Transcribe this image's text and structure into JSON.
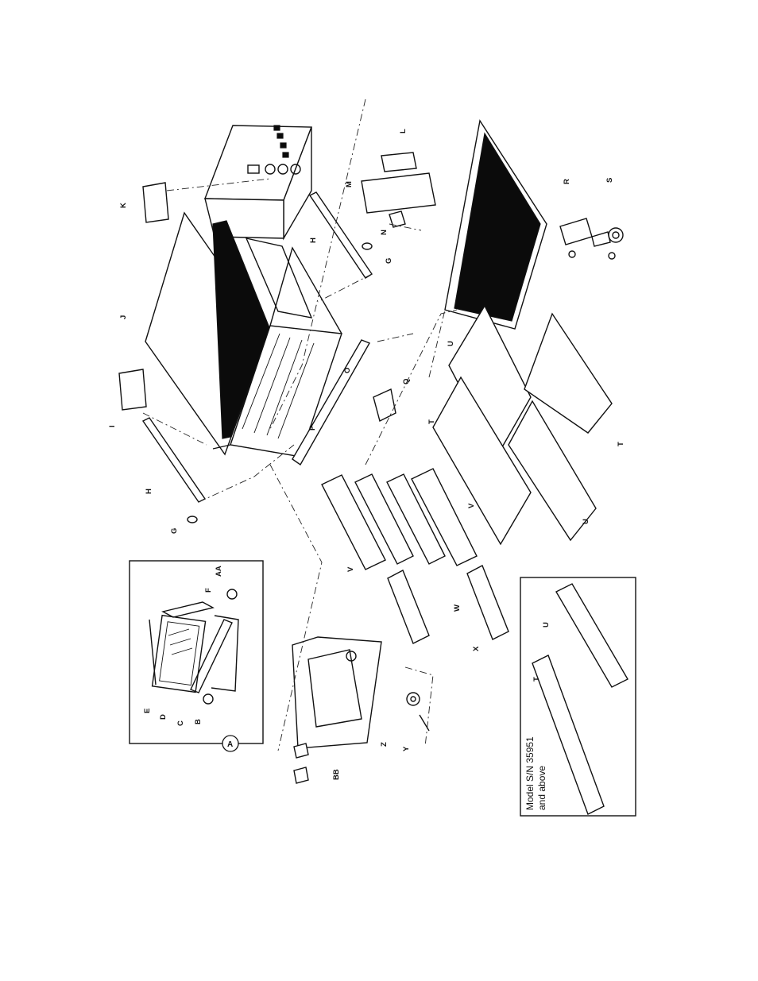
{
  "labels": {
    "J": "J",
    "K": "K",
    "I": "I",
    "H1": "H",
    "H2": "H",
    "G1": "G",
    "G2": "G",
    "L": "L",
    "M": "M",
    "N": "N",
    "O": "O",
    "P": "P",
    "Q": "Q",
    "R": "R",
    "S": "S",
    "T1": "T",
    "T2": "T",
    "T3": "T",
    "U1": "U",
    "U2": "U",
    "U3": "U",
    "V1": "V",
    "V2": "V",
    "W": "W",
    "X": "X",
    "Y": "Y",
    "Z": "Z",
    "AA": "AA",
    "BB": "BB",
    "B": "B",
    "C": "C",
    "D": "D",
    "E": "E",
    "F": "F"
  },
  "detail": {
    "callout": "A"
  },
  "inset": {
    "note_line1": "Model S/N 35951",
    "note_line2": "and above"
  }
}
